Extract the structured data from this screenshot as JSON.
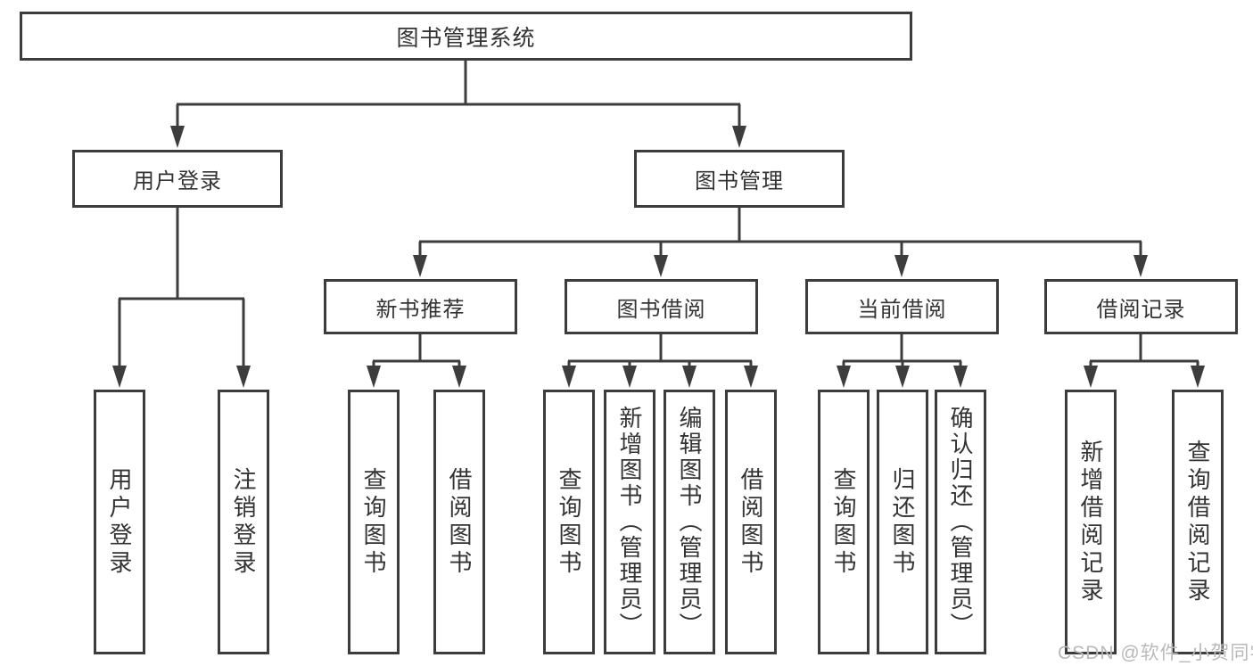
{
  "diagram": {
    "root": {
      "label": "图书管理系统"
    },
    "branches": [
      {
        "label": "用户登录",
        "children": [
          {
            "label": "用户登录"
          },
          {
            "label": "注销登录"
          }
        ]
      },
      {
        "label": "图书管理",
        "children": [
          {
            "label": "新书推荐",
            "children": [
              {
                "label": "查询图书"
              },
              {
                "label": "借阅图书"
              }
            ]
          },
          {
            "label": "图书借阅",
            "children": [
              {
                "label": "查询图书"
              },
              {
                "label": "新增图书（管理员）"
              },
              {
                "label": "编辑图书（管理员）"
              },
              {
                "label": "借阅图书"
              }
            ]
          },
          {
            "label": "当前借阅",
            "children": [
              {
                "label": "查询图书"
              },
              {
                "label": "归还图书"
              },
              {
                "label": "确认归还（管理员）"
              }
            ]
          },
          {
            "label": "借阅记录",
            "children": [
              {
                "label": "新增借阅记录"
              },
              {
                "label": "查询借阅记录"
              }
            ]
          }
        ]
      }
    ],
    "watermark": "CSDN @软件_小贺同学"
  },
  "colors": {
    "line": "#3d3d3d",
    "border": "#3c3c3c",
    "text": "#333333",
    "watermark": "#b9b9b9",
    "background": "#ffffff"
  }
}
